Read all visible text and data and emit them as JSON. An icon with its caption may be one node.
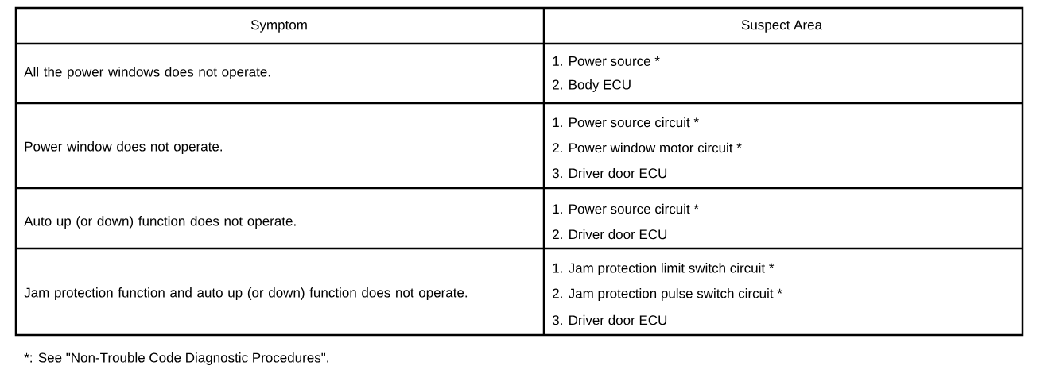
{
  "diagram": {
    "labels": [
      "Symptom",
      "Suspect Area",
      "All the power windows does not operate.",
      "1. Power source *",
      "2. Body ECU",
      "Power window does not operate.",
      "1. Power source circuit *",
      "2. Power window motor circuit *",
      "3. Driver door ECU",
      "Auto up (or down) function does not operate.",
      "1. Power source circuit *",
      "2. Driver door ECU",
      "Jam protection function and auto up (or down) function does not operate.",
      "1. Jam protection limit switch circuit *",
      "2. Jam protection pulse switch circuit *",
      "3. Driver door ECU",
      "*: See \"Non-Trouble Code Diagnostic Procedures\"."
    ]
  }
}
